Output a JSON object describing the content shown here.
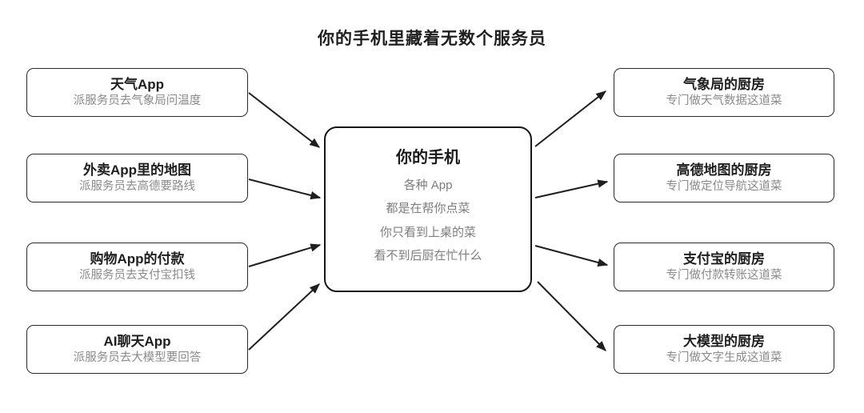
{
  "title": "你的手机里藏着无数个服务员",
  "left_nodes": [
    {
      "title": "天气App",
      "subtitle": "派服务员去气象局问温度"
    },
    {
      "title": "外卖App里的地图",
      "subtitle": "派服务员去高德要路线"
    },
    {
      "title": "购物App的付款",
      "subtitle": "派服务员去支付宝扣钱"
    },
    {
      "title": "AI聊天App",
      "subtitle": "派服务员去大模型要回答"
    }
  ],
  "center_node": {
    "title": "你的手机",
    "lines": [
      "各种 App",
      "都是在帮你点菜",
      "你只看到上桌的菜",
      "看不到后厨在忙什么"
    ]
  },
  "right_nodes": [
    {
      "title": "气象局的厨房",
      "subtitle": "专门做天气数据这道菜"
    },
    {
      "title": "高德地图的厨房",
      "subtitle": "专门做定位导航这道菜"
    },
    {
      "title": "支付宝的厨房",
      "subtitle": "专门做付款转账这道菜"
    },
    {
      "title": "大模型的厨房",
      "subtitle": "专门做文字生成这道菜"
    }
  ],
  "colors": {
    "background": "#ffffff",
    "box_border": "#2a2a2a",
    "center_border": "#161616",
    "heading_text": "#1f1f1f",
    "subtitle_text": "#8a8a8a",
    "arrow": "#1f1f1f"
  }
}
